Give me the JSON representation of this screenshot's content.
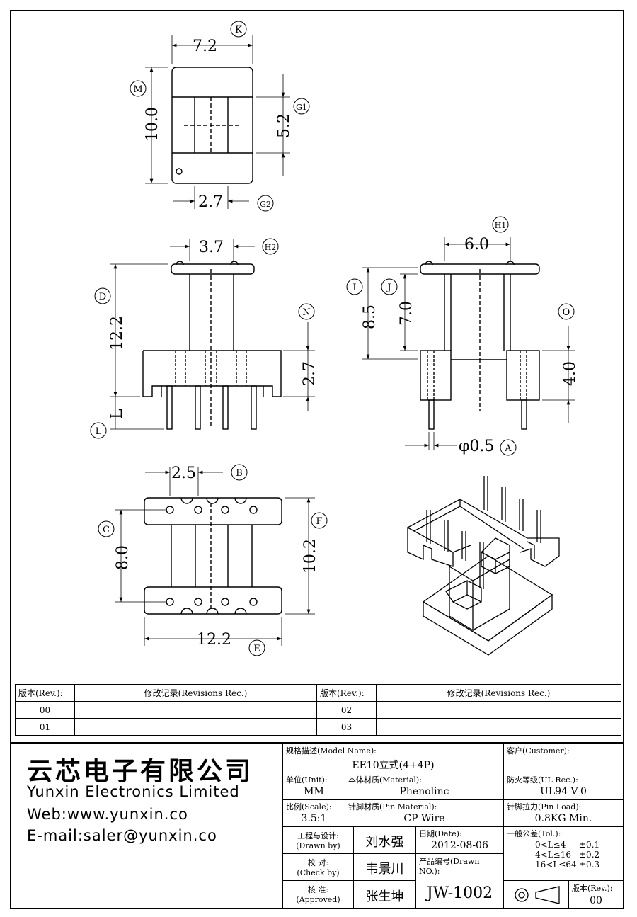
{
  "dims": {
    "top_width": "7.2",
    "top_height": "10.0",
    "top_window": "5.2",
    "top_bottom": "2.7",
    "front_top": "3.7",
    "front_height": "12.2",
    "front_pin": "2.7",
    "front_L": "L",
    "side_top": "6.0",
    "side_h1": "8.5",
    "side_h2": "7.0",
    "side_base": "4.0",
    "pin_dia": "φ0.5",
    "bot_pitch": "2.5",
    "bot_inner": "8.0",
    "bot_outer": "10.2",
    "bot_width": "12.2"
  },
  "callouts": {
    "K": "K",
    "M": "M",
    "G1": "G1",
    "G2": "G2",
    "H2": "H2",
    "D": "D",
    "N": "N",
    "L": "L",
    "H1": "H1",
    "I": "I",
    "J": "J",
    "O": "O",
    "A": "A",
    "B": "B",
    "C": "C",
    "F": "F",
    "E": "E"
  },
  "revisions": {
    "header_rev": "版本(Rev.):",
    "header_rec": "修改记录(Revisions Rec.)",
    "rows": [
      {
        "rev_left": "00",
        "rev_right": "02"
      },
      {
        "rev_left": "01",
        "rev_right": "03"
      }
    ]
  },
  "company": {
    "name_cn": "云芯电子有限公司",
    "name_en": "Yunxin Electronics Limited",
    "web": "Web:www.yunxin.co",
    "email": "E-mail:saler@yunxin.co"
  },
  "title_block": {
    "model_label": "规格描述(Model Name):",
    "model_value": "EE10立式(4+4P)",
    "customer_label": "客户(Customer):",
    "customer_value": "",
    "unit_label": "单位(Unit):",
    "unit_value": "MM",
    "material_label": "本体材质(Material):",
    "material_value": "Phenolinc",
    "ul_label": "防火等级(UL Rec.):",
    "ul_value": "UL94 V-0",
    "scale_label": "比例(Scale):",
    "scale_value": "3.5:1",
    "pin_mat_label": "针脚材质(Pin Material):",
    "pin_mat_value": "CP Wire",
    "pin_load_label": "针脚拉力(Pin Load):",
    "pin_load_value": "0.8KG Min.",
    "drawn_label_cn": "工程与设计:",
    "drawn_label_en": "(Drawn by)",
    "drawn_value": "刘水强",
    "check_label_cn": "校  对:",
    "check_label_en": "(Check by)",
    "check_value": "韦景川",
    "approved_label_cn": "核  准:",
    "approved_label_en": "(Approved)",
    "approved_value": "张生坤",
    "date_label": "日期(Date):",
    "date_value": "2012-08-06",
    "drawn_no_label": "产品编号(Drawn NO.):",
    "drawn_no_value": "JW-1002",
    "tol_label": "一般公差(Tol.):",
    "tol_rows": [
      {
        "range": "0<L≤4",
        "tol": "±0.1"
      },
      {
        "range": "4<L≤16",
        "tol": "±0.2"
      },
      {
        "range": "16<L≤64",
        "tol": "±0.3"
      }
    ],
    "rev_label": "版本(Rev.):",
    "rev_value": "00"
  }
}
